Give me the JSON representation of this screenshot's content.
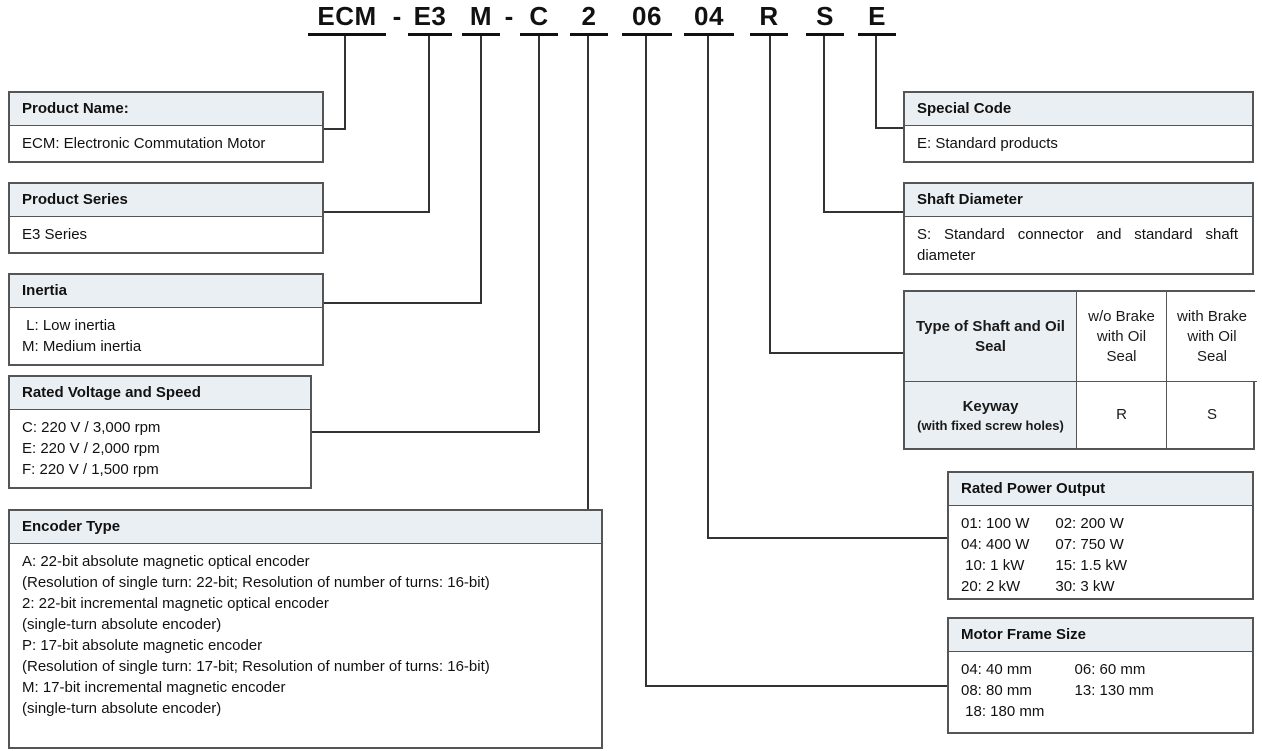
{
  "model_code": {
    "segments": [
      {
        "text": "ECM",
        "underline": true
      },
      {
        "text": "-",
        "underline": false
      },
      {
        "text": "E3",
        "underline": true
      },
      {
        "text": "M",
        "underline": true
      },
      {
        "text": "-",
        "underline": false
      },
      {
        "text": "C",
        "underline": true
      },
      {
        "text": "2",
        "underline": true
      },
      {
        "text": "06",
        "underline": true
      },
      {
        "text": "04",
        "underline": true
      },
      {
        "text": "R",
        "underline": true
      },
      {
        "text": "S",
        "underline": true
      },
      {
        "text": "E",
        "underline": true
      }
    ]
  },
  "left_boxes": {
    "product_name": {
      "title": "Product Name:",
      "lines": [
        "ECM: Electronic Commutation Motor"
      ]
    },
    "product_series": {
      "title": "Product Series",
      "lines": [
        "E3 Series"
      ]
    },
    "inertia": {
      "title": "Inertia",
      "lines": [
        " L: Low inertia",
        "M: Medium inertia"
      ]
    },
    "rated_voltage_speed": {
      "title": "Rated Voltage and Speed",
      "lines": [
        "C: 220 V / 3,000 rpm",
        "E: 220 V / 2,000 rpm",
        "F: 220 V / 1,500 rpm"
      ]
    },
    "encoder_type": {
      "title": "Encoder Type",
      "lines": [
        "A: 22-bit absolute magnetic optical encoder",
        "(Resolution of single turn: 22-bit; Resolution of number of turns: 16-bit)",
        "2: 22-bit incremental magnetic optical encoder",
        "(single-turn absolute encoder)",
        "P: 17-bit absolute magnetic encoder",
        "(Resolution of single turn: 17-bit; Resolution of number of turns: 16-bit)",
        "M: 17-bit incremental magnetic encoder",
        "(single-turn absolute encoder)"
      ]
    }
  },
  "right_boxes": {
    "special_code": {
      "title": "Special Code",
      "lines": [
        "E: Standard products"
      ]
    },
    "shaft_diameter": {
      "title": "Shaft Diameter",
      "lines": [
        "S: Standard connector and standard shaft diameter"
      ]
    },
    "shaft_oil_seal_table": {
      "header_row": [
        "Type of Shaft and Oil Seal",
        "w/o Brake with Oil Seal",
        "with Brake with Oil Seal"
      ],
      "row_label_main": "Keyway",
      "row_label_sub": "(with fixed screw holes)",
      "row_values": [
        "R",
        "S"
      ]
    },
    "rated_power_output": {
      "title": "Rated Power Output",
      "cells": [
        "01: 100 W",
        "02: 200 W",
        "04: 400 W",
        "07: 750 W",
        " 10: 1 kW",
        "15: 1.5 kW",
        "20: 2 kW",
        "30: 3 kW"
      ]
    },
    "motor_frame_size": {
      "title": "Motor Frame Size",
      "cells": [
        "04: 40 mm",
        " 06: 60 mm",
        "08: 80 mm",
        " 13: 130 mm",
        " 18: 180 mm",
        ""
      ]
    }
  },
  "colors": {
    "header_fill": "#e9eff3",
    "border": "#555555",
    "line": "#333333",
    "text": "#111111"
  }
}
